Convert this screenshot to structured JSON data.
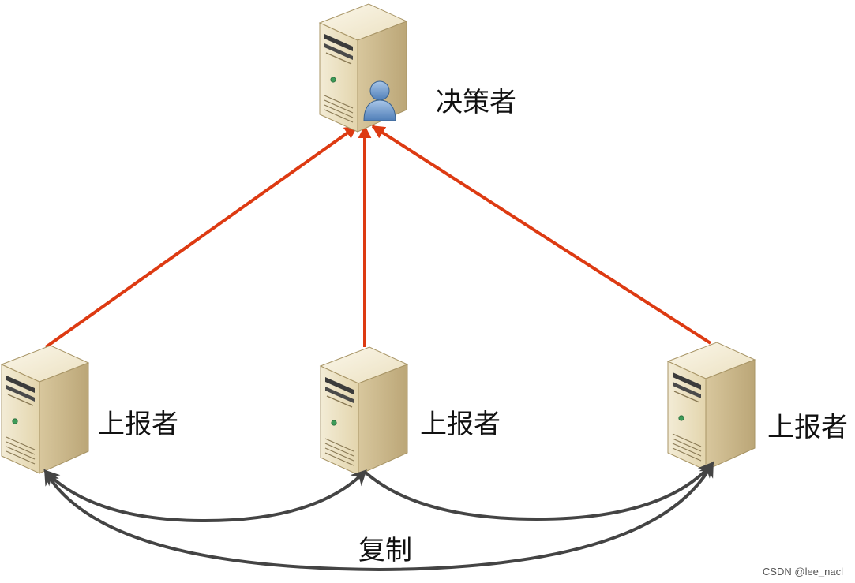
{
  "diagram": {
    "decider": {
      "label": "决策者",
      "icon": "server-user-icon"
    },
    "reporters": [
      {
        "label": "上报者",
        "icon": "server-icon"
      },
      {
        "label": "上报者",
        "icon": "server-icon"
      },
      {
        "label": "上报者",
        "icon": "server-icon"
      }
    ],
    "report_edges": [
      {
        "from": "reporter-1",
        "to": "decider"
      },
      {
        "from": "reporter-2",
        "to": "decider"
      },
      {
        "from": "reporter-3",
        "to": "decider"
      }
    ],
    "replication": {
      "label": "复制",
      "edges": [
        {
          "between": [
            "reporter-1",
            "reporter-2"
          ]
        },
        {
          "between": [
            "reporter-2",
            "reporter-3"
          ]
        },
        {
          "between": [
            "reporter-1",
            "reporter-3"
          ]
        }
      ]
    },
    "colors": {
      "report_edge": "#dd3a12",
      "replication_edge": "#444444",
      "server_front": "#ece2c4",
      "server_side": "#cdbb8e",
      "server_top": "#f5eedb",
      "user_icon": "#6f98c8"
    }
  },
  "watermark": "CSDN @lee_nacl"
}
